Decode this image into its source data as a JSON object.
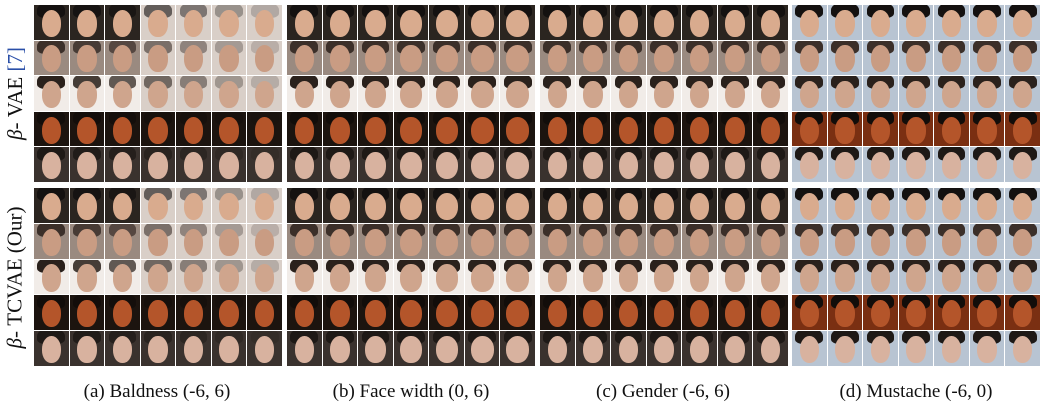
{
  "row_labels": {
    "top": {
      "symbol": "β",
      "text": "- VAE ",
      "ref": "[7]"
    },
    "bottom": {
      "symbol": "β",
      "text": "- TCVAE (Our)"
    }
  },
  "captions": [
    "(a) Baldness (-6, 6)",
    "(b) Face width (0, 6)",
    "(c) Gender (-6, 6)",
    "(d) Mustache (-6, 0)"
  ],
  "image_grid": {
    "panels_per_row": 4,
    "rows_per_panel": 5,
    "columns_per_panel": 7
  }
}
